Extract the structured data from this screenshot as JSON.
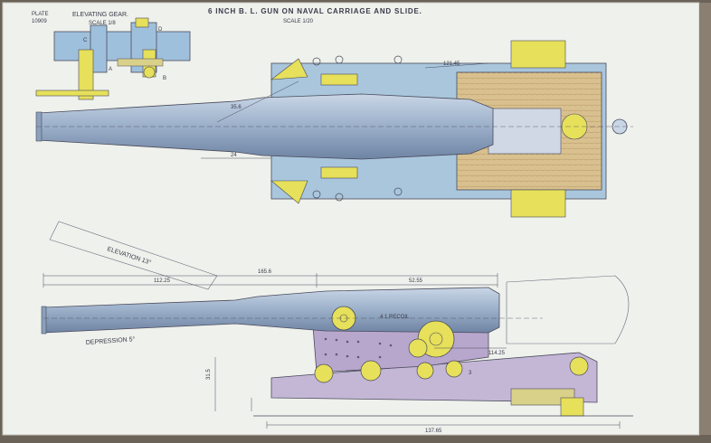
{
  "header": {
    "plate": "PLATE",
    "plate_no": "10909",
    "title": "6 INCH B. L. GUN ON NAVAL CARRIAGE AND SLIDE.",
    "scale": "SCALE 1/20",
    "inset_title": "ELEVATING GEAR.",
    "inset_scale": "SCALE 1/8"
  },
  "top_view": {
    "dim_angle": "35.6",
    "dim_24": "24",
    "dim_right": "121.45",
    "letter_a": "A",
    "letter_b": "B",
    "letter_c": "C",
    "letter_d": "D"
  },
  "side_view": {
    "elevation": "ELEVATION 13°",
    "depression": "DEPRESSION 5°",
    "dim_total": "165.6",
    "dim_left": "112.25",
    "dim_right": "52.55",
    "recoil": "4.1 RECOIL",
    "dim_114": "114.25",
    "dim_bottom": "137.65",
    "dim_vert": "31.5",
    "dim_small": "3"
  },
  "colors": {
    "paper": "#eef1ec",
    "gun": "#9fb3cc",
    "gun_dark": "#7f94b2",
    "carriage": "#b8a7cc",
    "yellow": "#e6e05a",
    "wood": "#d9c08f",
    "line": "#4a4a5a"
  }
}
